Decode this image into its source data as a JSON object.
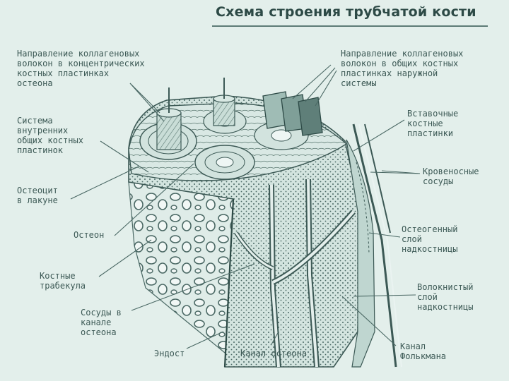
{
  "title": "Схема строения трубчатой кости",
  "colors": {
    "background": "#e3efeb",
    "ink": "#3c5955",
    "bone_fill": "#cfe1dc",
    "dark": "#2d4a46"
  },
  "labels": {
    "concentric_fibers": "Направление коллагеновых\nволокон в концентрических\nкостных пластинках\nостеона",
    "outer_fibers": "Направление коллагеновых\nволокон в общих костных\nпластинках наружной\nсистемы",
    "inner_system": "Система\nвнутренних\nобщих костных\nпластинок",
    "interstitial": "Вставочные\nкостные\nпластинки",
    "osteocyte": "Остеоцит\nв лакуне",
    "vessels": "Кровеносные\nсосуды",
    "osteon": "Остеон",
    "osteogenic": "Остеогенный\nслой\nнадкостницы",
    "trabeculae": "Костные\nтрабекула",
    "fibrous": "Волокнистый\nслой\nнадкостницы",
    "osteon_vessels": "Сосуды в\nканале\nостеона",
    "volkmann": "Канал\nФолькмана",
    "endosteum": "Эндост",
    "osteon_canal": "Канал остеона"
  }
}
